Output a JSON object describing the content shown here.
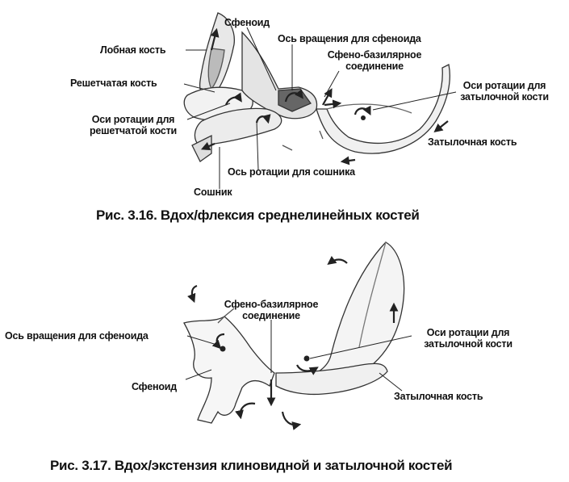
{
  "figure1": {
    "caption": "Рис. 3.16. Вдох/флексия среднелинейных костей",
    "labels": {
      "sphenoid": "Сфеноид",
      "frontal": "Лобная кость",
      "sphenoid_axis": "Ось вращения для сфеноида",
      "sb_line1": "Сфено-базилярное",
      "sb_line2": "соединение",
      "ethmoid": "Решетчатая кость",
      "occ_axes_line1": "Оси ротации для",
      "occ_axes_line2": "затылочной кости",
      "eth_axes_line1": "Оси ротации для",
      "eth_axes_line2": "решетчатой кости",
      "occipital": "Затылочная кость",
      "vomer_axis": "Ось ротации для сошника",
      "vomer": "Сошник"
    }
  },
  "figure2": {
    "caption": "Рис. 3.17. Вдох/экстензия клиновидной и затылочной костей",
    "labels": {
      "sb_line1": "Сфено-базилярное",
      "sb_line2": "соединение",
      "sphenoid_axis": "Ось вращения для сфеноида",
      "occ_axes_line1": "Оси ротации для",
      "occ_axes_line2": "затылочной кости",
      "sphenoid": "Сфеноид",
      "occipital": "Затылочная кость"
    }
  }
}
